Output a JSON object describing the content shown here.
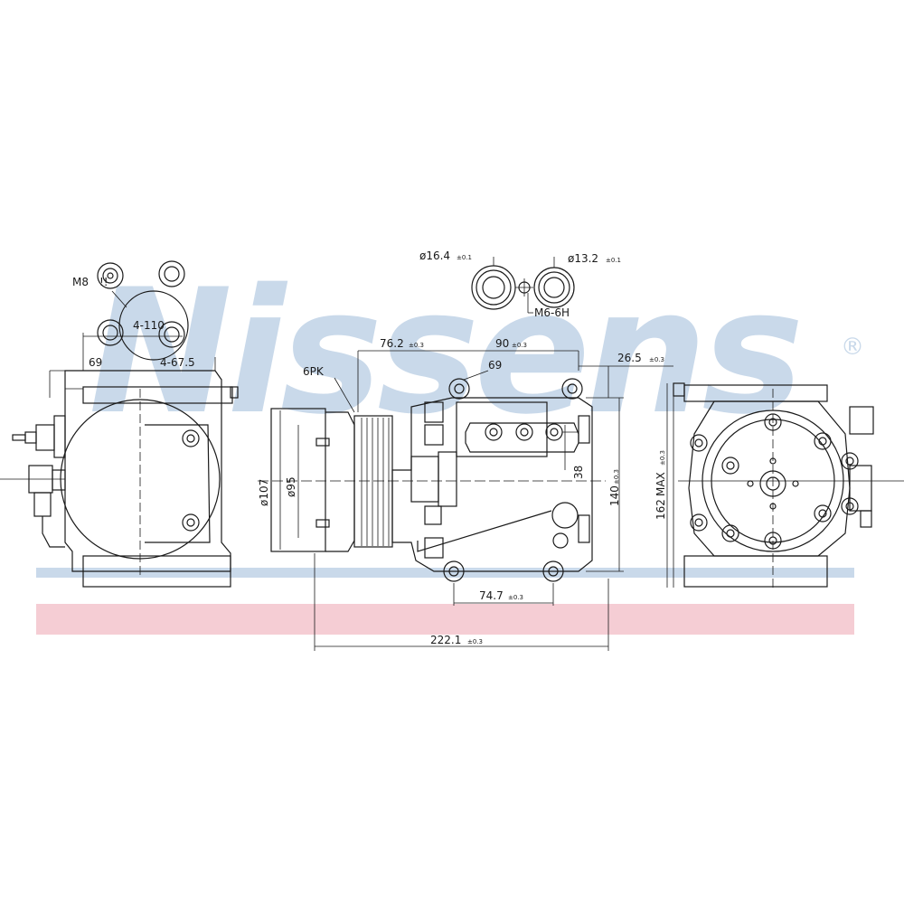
{
  "watermark": {
    "brand": "Nissens",
    "registered": "®",
    "blue_band_color": "#c9d9ea",
    "red_band_color": "#f5cdd4"
  },
  "labels": {
    "thread_main": "M8",
    "thread_note": "!!",
    "bolt_circle": "4-110",
    "dim_69_left": "69",
    "dim_4_67_5": "4-67.5",
    "pulley_type": "6PK",
    "dia_107": "ø107",
    "dia_95": "ø95",
    "dim_76_2": "76.2",
    "dim_76_2_tol": "±0.3",
    "dim_90": "90",
    "dim_90_tol": "±0.3",
    "dim_69_mid": "69",
    "dim_26_5": "26.5",
    "dim_26_5_tol": "±0.3",
    "dim_38": "38",
    "dim_140": "140",
    "dim_140_tol": "±0.3",
    "dim_162": "162",
    "dim_162_max": "MAX",
    "dim_162_tol": "±0.3",
    "dim_74_7": "74.7",
    "dim_74_7_tol": "±0.3",
    "dim_222_1": "222.1",
    "dim_222_1_tol": "±0.3",
    "port_left": "ø16.4",
    "port_left_tol": "±0.1",
    "port_right": "ø13.2",
    "port_right_tol": "±0.1",
    "port_thread": "M6-6H"
  }
}
